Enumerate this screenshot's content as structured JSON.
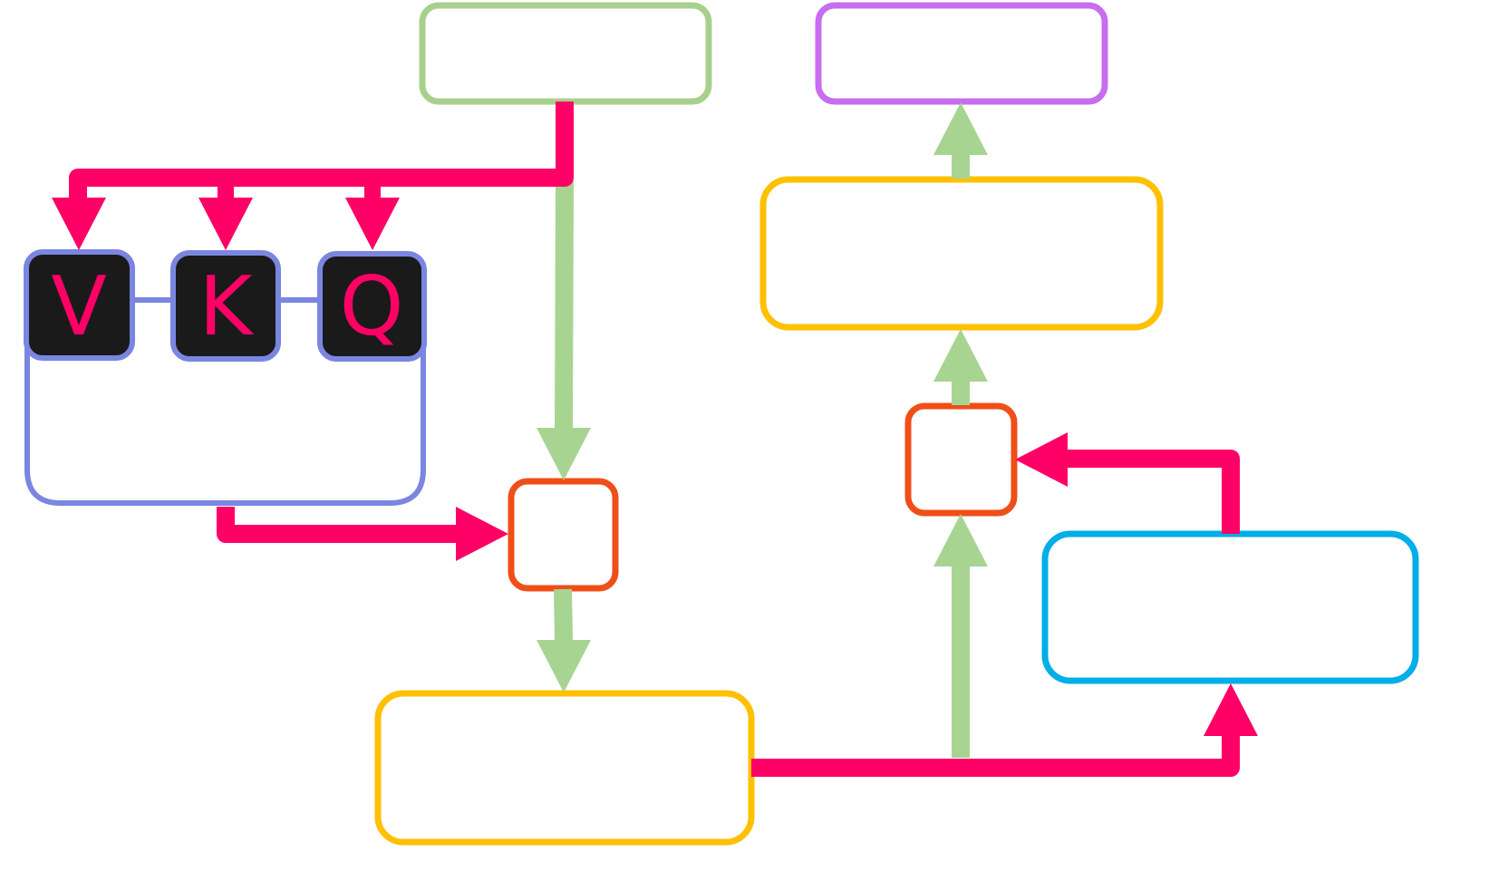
{
  "colors": {
    "background": "#ffffff",
    "input_box": "#a8d08d",
    "output_box": "#c86cf0",
    "ffn_box": "#ffc000",
    "add_norm_box": "#f04e18",
    "attention_group": "#7a86e0",
    "side_box": "#00aee8",
    "key_fill": "#1a1a1a",
    "key_text": "#ff0066",
    "residual_arrow": "#a8d492",
    "data_arrow": "#ff0066"
  },
  "attention": {
    "keys": [
      {
        "label": "V"
      },
      {
        "label": "K"
      },
      {
        "label": "Q"
      }
    ]
  }
}
